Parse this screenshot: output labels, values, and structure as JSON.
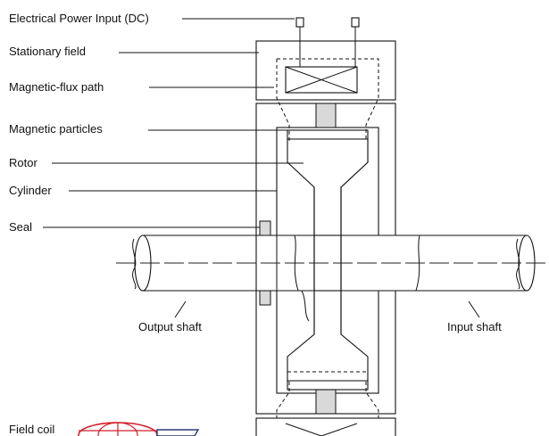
{
  "labels": {
    "power_input": "Electrical Power Input (DC)",
    "stationary_field": "Stationary field",
    "flux_path": "Magnetic-flux path",
    "particles": "Magnetic particles",
    "rotor": "Rotor",
    "cylinder": "Cylinder",
    "seal": "Seal",
    "output_shaft": "Output shaft",
    "input_shaft": "Input shaft",
    "field_coil": "Field coil"
  },
  "colors": {
    "ink": "#111111",
    "seal_fill": "#d9d9d9",
    "logo_red": "#d21f2a"
  },
  "logo": "globe-logo"
}
